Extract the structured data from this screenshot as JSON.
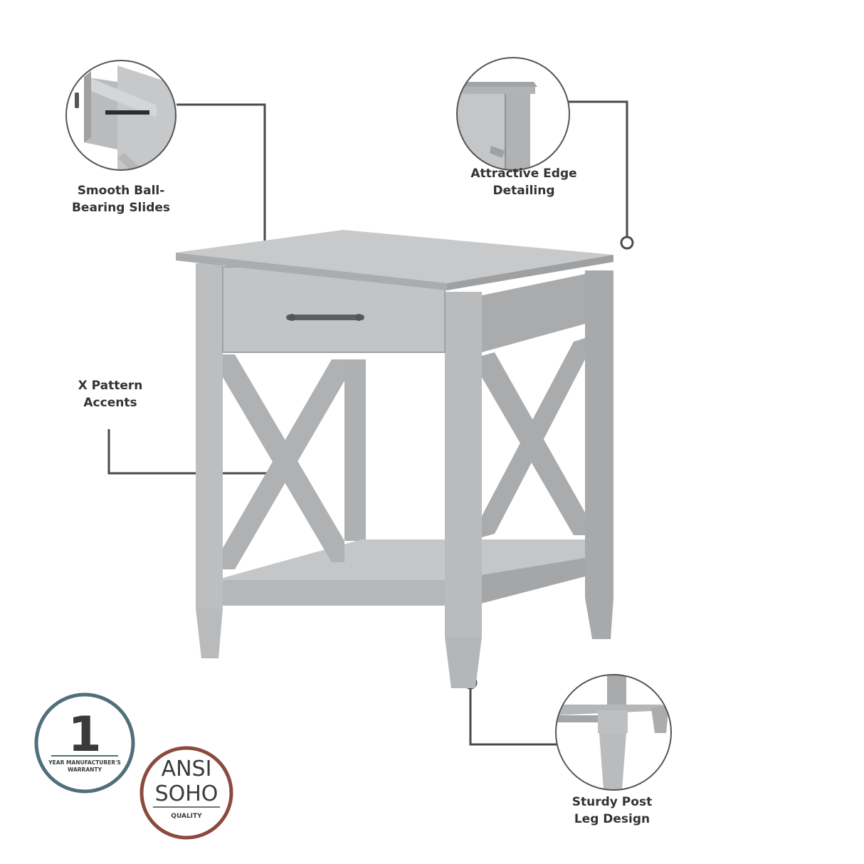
{
  "callouts": {
    "drawer": {
      "line1": "Smooth Ball-",
      "line2": "Bearing Slides",
      "icon": "drawer-slide-detail-icon"
    },
    "edge": {
      "line1": "Attractive Edge",
      "line2": "Detailing",
      "icon": "edge-detail-icon"
    },
    "xpattern": {
      "line1": "X Pattern",
      "line2": "Accents"
    },
    "leg": {
      "line1": "Sturdy Post",
      "line2": "Leg Design",
      "icon": "leg-detail-icon"
    }
  },
  "badges": {
    "warranty": {
      "number": "1",
      "text": "YEAR MANUFACTURER'S",
      "text2": "WARRANTY",
      "color": "#4f6f7a"
    },
    "ansi": {
      "line1": "ANSI",
      "line2": "SOHO",
      "line3": "QUALITY",
      "color": "#8c4a3e"
    }
  },
  "colors": {
    "furniture": "#b7b9bb",
    "furniture_dark": "#9a9c9e",
    "furniture_light": "#c9cbcd",
    "line": "#4a4a4a"
  }
}
